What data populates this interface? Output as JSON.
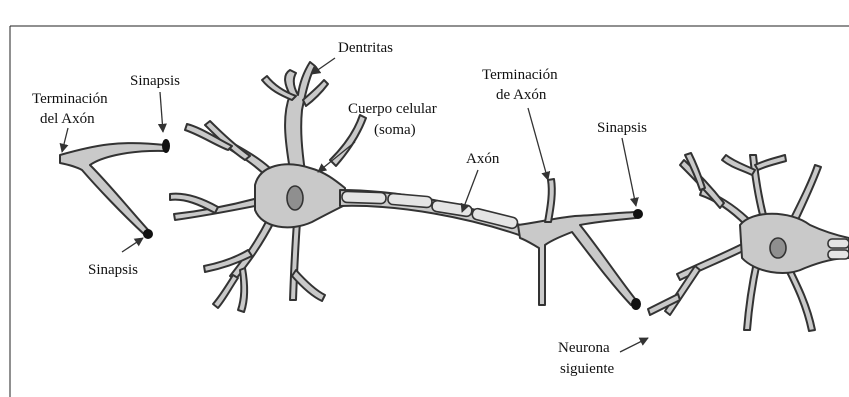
{
  "labels": {
    "dendritas": "Dentritas",
    "sinapsis_top_left": "Sinapsis",
    "terminacion_left_line1": "Terminación",
    "terminacion_left_line2": "del Axón",
    "cuerpo_line1": "Cuerpo celular",
    "cuerpo_line2": "(soma)",
    "axon": "Axón",
    "terminacion_mid_line1": "Terminación",
    "terminacion_mid_line2": "de Axón",
    "sinapsis_right": "Sinapsis",
    "sinapsis_bottom_left": "Sinapsis",
    "neurona_line1": "Neurona",
    "neurona_line2": "siguiente"
  }
}
